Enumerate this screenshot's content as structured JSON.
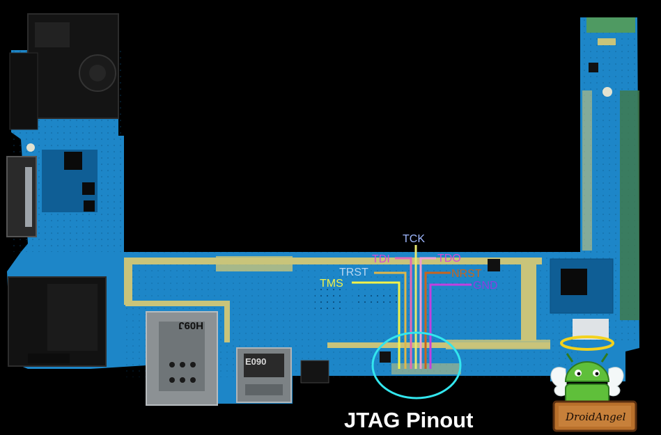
{
  "pins": [
    {
      "label": "TCK",
      "color": "#9fb8ff"
    },
    {
      "label": "TDI",
      "color": "#d34bd3"
    },
    {
      "label": "TDO",
      "color": "#d34bd3"
    },
    {
      "label": "TRST",
      "color": "#b9d7f2"
    },
    {
      "label": "NRST",
      "color": "#c9641c"
    },
    {
      "label": "TMS",
      "color": "#f2f24a"
    },
    {
      "label": "GND",
      "color": "#8a3fe0"
    }
  ],
  "chip_markings": {
    "sim_tray": "H09J",
    "sd_tray": "E090"
  },
  "caption": "JTAG Pinout",
  "brand": {
    "name": "DroidAngel",
    "mascot": "android-angel-icon"
  },
  "colors": {
    "background": "#000000",
    "board": "#1d86c8",
    "board_dark": "#0f5e95",
    "trace_gold": "#c9c47a",
    "highlight_ring": "#33e6ee"
  }
}
